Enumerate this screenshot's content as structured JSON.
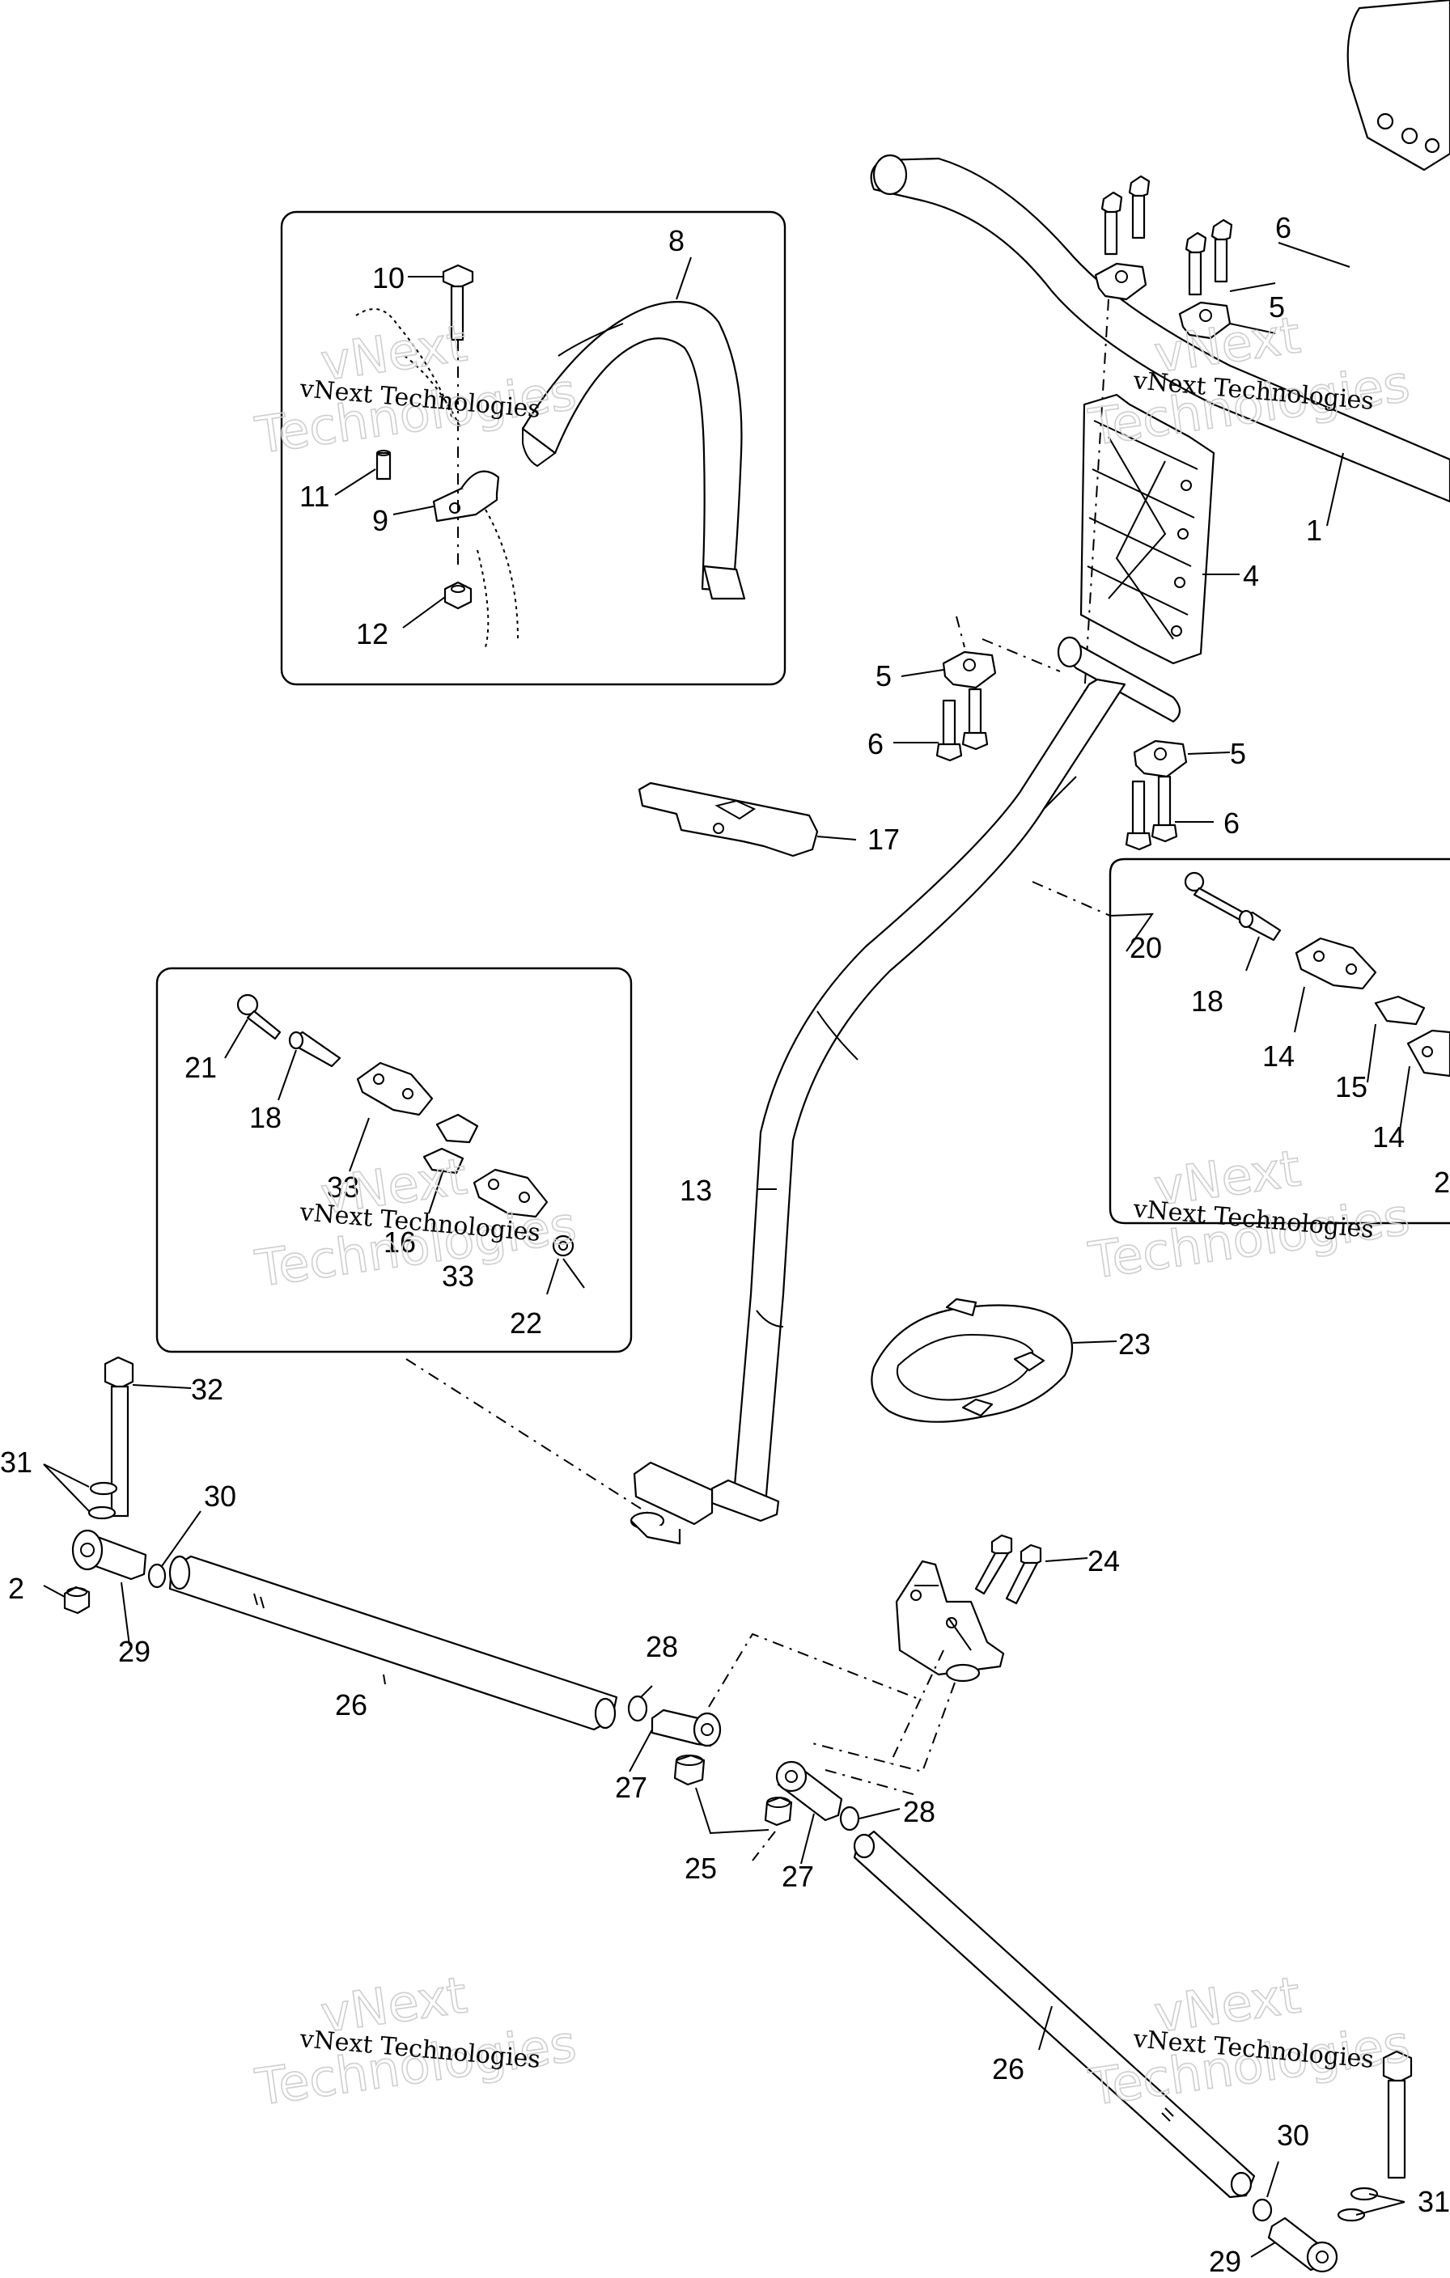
{
  "watermark": {
    "line1": "vNext Technologies",
    "line2a": "vNext",
    "line2b": "Technologies"
  },
  "callouts": {
    "c1": "1",
    "c2": "2",
    "c4": "4",
    "c5a": "5",
    "c5b": "5",
    "c5c": "5",
    "c6a": "6",
    "c6b": "6",
    "c6c": "6",
    "c8": "8",
    "c9": "9",
    "c10": "10",
    "c11": "11",
    "c12": "12",
    "c13": "13",
    "c14a": "14",
    "c14b": "14",
    "c15": "15",
    "c16": "16",
    "c17": "17",
    "c18a": "18",
    "c18b": "18",
    "c20": "20",
    "c21": "21",
    "c22": "22",
    "c23": "23",
    "c24": "24",
    "c25": "25",
    "c26a": "26",
    "c26b": "26",
    "c27a": "27",
    "c27b": "27",
    "c28a": "28",
    "c28b": "28",
    "c29a": "29",
    "c29b": "29",
    "c30a": "30",
    "c30b": "30",
    "c31a": "31",
    "c31b": "31",
    "c32": "32",
    "c33a": "33",
    "c33b": "33",
    "c2edge": "2"
  }
}
